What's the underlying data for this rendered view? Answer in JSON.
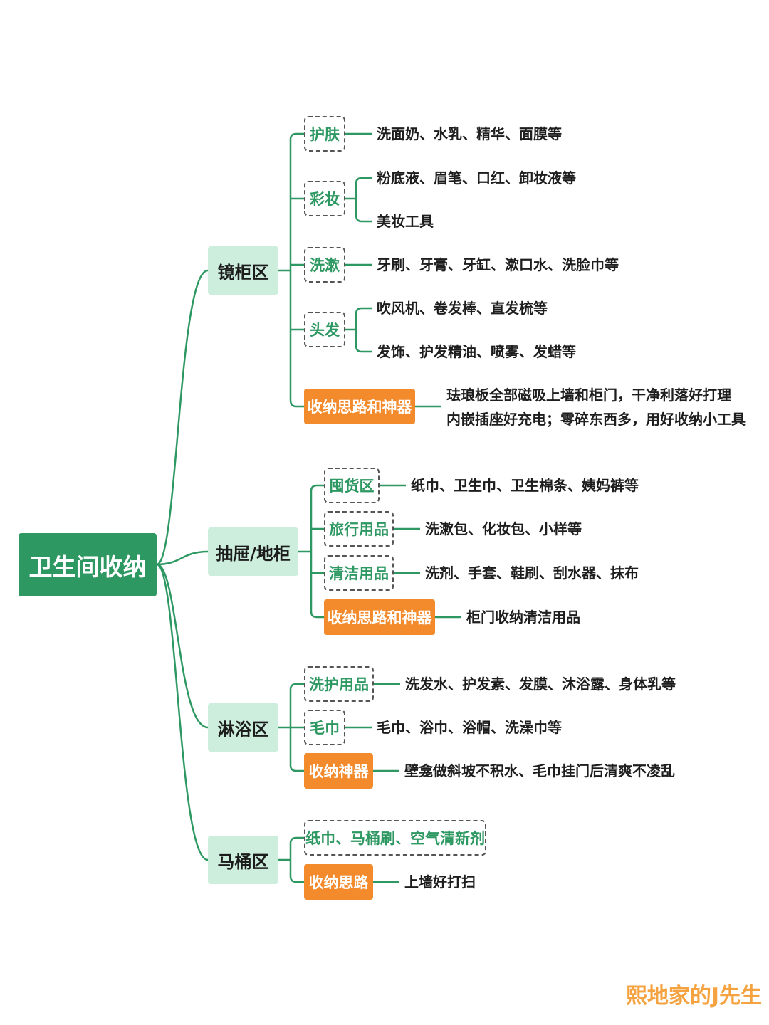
{
  "root": "卫生间收纳",
  "branches": [
    {
      "name": "镜柜区",
      "subs": [
        {
          "label": "护肤",
          "items": [
            "洗面奶、水乳、精华、面膜等"
          ]
        },
        {
          "label": "彩妆",
          "items": [
            "粉底液、眉笔、口红、卸妆液等",
            "美妆工具"
          ]
        },
        {
          "label": "洗漱",
          "items": [
            "牙刷、牙膏、牙缸、漱口水、洗脸巾等"
          ]
        },
        {
          "label": "头发",
          "items": [
            "吹风机、卷发棒、直发梳等",
            "发饰、护发精油、喷雾、发蜡等"
          ]
        }
      ],
      "tip": {
        "label": "收纳思路和神器",
        "lines": [
          "珐琅板全部磁吸上墙和柜门，干净利落好打理",
          "内嵌插座好充电；零碎东西多，用好收纳小工具"
        ]
      }
    },
    {
      "name": "抽屉/地柜",
      "subs": [
        {
          "label": "囤货区",
          "items": [
            "纸巾、卫生巾、卫生棉条、姨妈裤等"
          ]
        },
        {
          "label": "旅行用品",
          "items": [
            "洗漱包、化妆包、小样等"
          ]
        },
        {
          "label": "清洁用品",
          "items": [
            "洗剂、手套、鞋刷、刮水器、抹布"
          ]
        }
      ],
      "tip": {
        "label": "收纳思路和神器",
        "lines": [
          "柜门收纳清洁用品"
        ]
      }
    },
    {
      "name": "淋浴区",
      "subs": [
        {
          "label": "洗护用品",
          "items": [
            "洗发水、护发素、发膜、沐浴露、身体乳等"
          ]
        },
        {
          "label": "毛巾",
          "items": [
            "毛巾、浴巾、浴帽、洗澡巾等"
          ]
        }
      ],
      "tip": {
        "label": "收纳神器",
        "lines": [
          "壁龛做斜坡不积水、毛巾挂门后清爽不凌乱"
        ]
      }
    },
    {
      "name": "马桶区",
      "subs": [
        {
          "label": "纸巾、马桶刷、空气清新剂",
          "items": []
        }
      ],
      "tip": {
        "label": "收纳思路",
        "lines": [
          "上墙好打扫"
        ]
      }
    }
  ],
  "watermark": "熙地家的J先生",
  "colors": {
    "line": "#2e9862",
    "root_bg": "#2e9862",
    "category_bg": "#cdeedd",
    "sub_text": "#2e9862",
    "tip_bg": "#f38a2c",
    "watermark": "#f5a341"
  }
}
